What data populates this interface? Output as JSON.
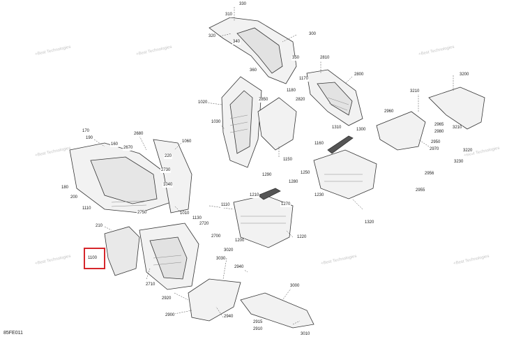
{
  "diagram_code": "85FE011",
  "highlighted_part": "1100",
  "watermark_text": "+Best Technologies",
  "colors": {
    "highlight": "#d6262b",
    "line": "#333333",
    "panel_fill": "#f2f2f2",
    "hatch": "#888888"
  },
  "part_numbers": [
    "330",
    "310",
    "320",
    "340",
    "300",
    "360",
    "350",
    "1170",
    "2810",
    "2820",
    "1180",
    "2800",
    "2850",
    "3200",
    "3210",
    "1020",
    "1030",
    "1150",
    "2960",
    "2965",
    "2980",
    "2950",
    "2970",
    "3220",
    "3210",
    "3230",
    "2956",
    "2955",
    "1310",
    "1300",
    "1160",
    "1250",
    "1230",
    "1320",
    "1290",
    "1280",
    "1210",
    "1270",
    "1110",
    "1200",
    "1220",
    "170",
    "190",
    "160",
    "2680",
    "2670",
    "1060",
    "220",
    "1130",
    "2730",
    "1040",
    "1010",
    "1110",
    "210",
    "2750",
    "2720",
    "2700",
    "1100",
    "2710",
    "3020",
    "3030",
    "2940",
    "2920",
    "2900",
    "2940",
    "3000",
    "2915",
    "2910",
    "3010",
    "180",
    "200"
  ]
}
